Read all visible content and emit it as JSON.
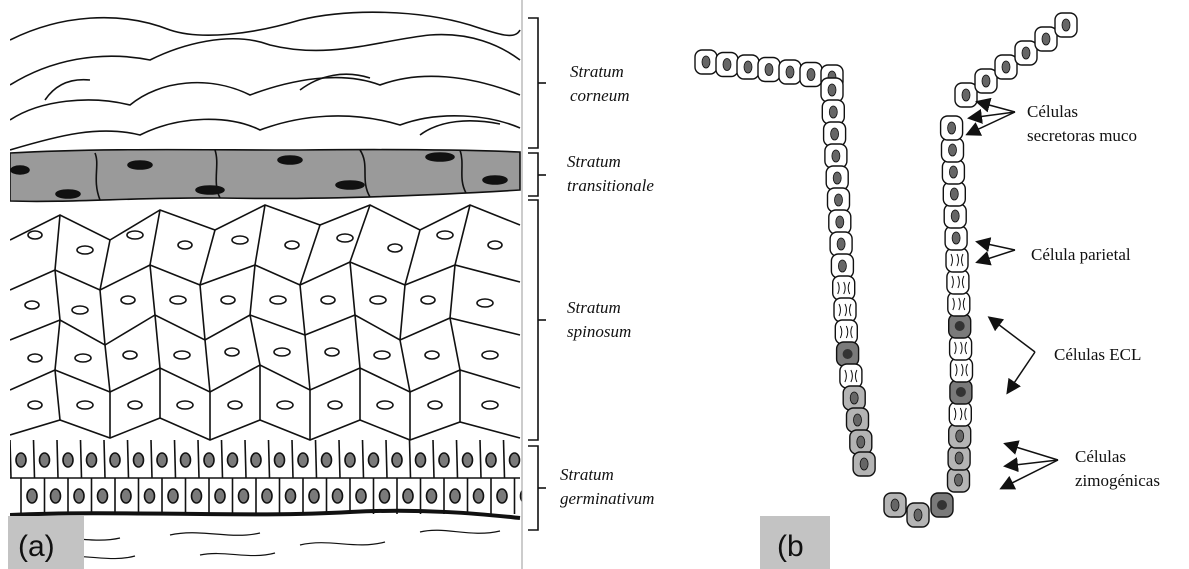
{
  "panel_a": {
    "tag": "(a)",
    "layers": [
      {
        "line1": "Stratum",
        "line2": "corneum"
      },
      {
        "line1": "Stratum",
        "line2": "transitionale"
      },
      {
        "line1": "Stratum",
        "line2": "spinosum"
      },
      {
        "line1": "Stratum",
        "line2": "germinativum"
      }
    ]
  },
  "panel_b": {
    "tag": "(b",
    "labels": [
      {
        "line1": "Células",
        "line2": "secretoras muco"
      },
      {
        "line1": "Célula parietal",
        "line2": ""
      },
      {
        "line1": "Células ECL",
        "line2": ""
      },
      {
        "line1": "Células",
        "line2": "zimogénicas"
      }
    ]
  },
  "colors": {
    "line": "#111111",
    "transitional": "#9a9a9a",
    "tag_bg": "#c3c3c3",
    "ecl": "#7a7a7a",
    "zymogenic": "#b4b4b4"
  }
}
